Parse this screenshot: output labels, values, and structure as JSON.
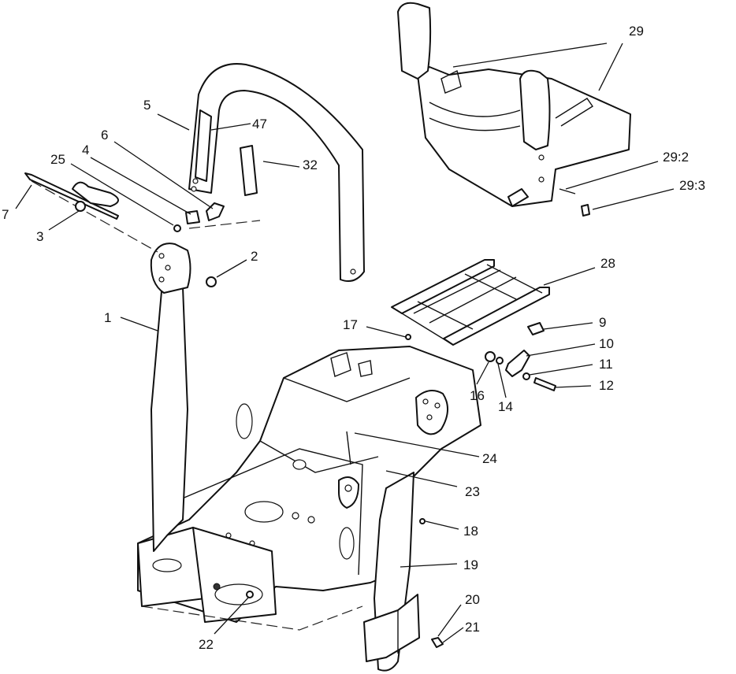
{
  "diagram": {
    "callouts": [
      {
        "id": "c1",
        "text": "1"
      },
      {
        "id": "c2",
        "text": "2"
      },
      {
        "id": "c3",
        "text": "3"
      },
      {
        "id": "c4",
        "text": "4"
      },
      {
        "id": "c5",
        "text": "5"
      },
      {
        "id": "c6",
        "text": "6"
      },
      {
        "id": "c7",
        "text": "7"
      },
      {
        "id": "c9",
        "text": "9"
      },
      {
        "id": "c10",
        "text": "10"
      },
      {
        "id": "c11",
        "text": "11"
      },
      {
        "id": "c12",
        "text": "12"
      },
      {
        "id": "c14",
        "text": "14"
      },
      {
        "id": "c16",
        "text": "16"
      },
      {
        "id": "c17",
        "text": "17"
      },
      {
        "id": "c18",
        "text": "18"
      },
      {
        "id": "c19",
        "text": "19"
      },
      {
        "id": "c20",
        "text": "20"
      },
      {
        "id": "c21",
        "text": "21"
      },
      {
        "id": "c22",
        "text": "22"
      },
      {
        "id": "c23",
        "text": "23"
      },
      {
        "id": "c24",
        "text": "24"
      },
      {
        "id": "c25",
        "text": "25"
      },
      {
        "id": "c28",
        "text": "28"
      },
      {
        "id": "c29",
        "text": "29"
      },
      {
        "id": "c29_2",
        "text": "29:2"
      },
      {
        "id": "c29_3",
        "text": "29:3"
      },
      {
        "id": "c32",
        "text": "32"
      },
      {
        "id": "c47",
        "text": "47"
      }
    ]
  }
}
